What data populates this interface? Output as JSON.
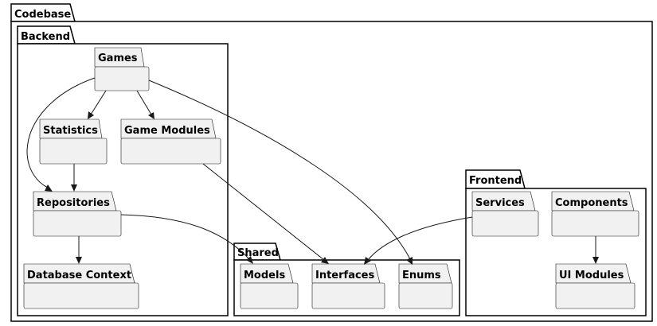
{
  "containers": {
    "codebase": "Codebase",
    "backend": "Backend",
    "shared": "Shared",
    "frontend": "Frontend"
  },
  "packages": {
    "games": "Games",
    "statistics": "Statistics",
    "game_modules": "Game Modules",
    "repositories": "Repositories",
    "database_context": "Database Context",
    "models": "Models",
    "interfaces": "Interfaces",
    "enums": "Enums",
    "services": "Services",
    "components": "Components",
    "ui_modules": "UI Modules"
  }
}
